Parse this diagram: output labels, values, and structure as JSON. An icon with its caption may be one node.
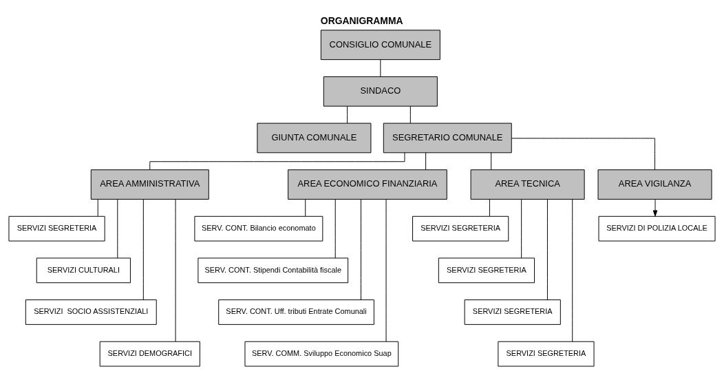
{
  "diagram": {
    "title": "ORGANIGRAMMA",
    "nodes": [
      {
        "text": [
          "CONSIGLIO COMUNALE"
        ]
      },
      {
        "text": [
          "SINDACO"
        ]
      },
      {
        "text": [
          "GIUNTA COMUNALE"
        ]
      },
      {
        "text": [
          "SEGRETARIO COMUNALE"
        ]
      },
      {
        "text": [
          "AREA AMMINISTRATIVA"
        ]
      },
      {
        "text": [
          "AREA ECONOMICO FINANZIARIA"
        ]
      },
      {
        "text": [
          "AREA TECNICA"
        ]
      },
      {
        "text": [
          "AREA VIGILANZA"
        ]
      },
      {
        "text": [
          "SERVIZI SEGRETERIA"
        ]
      },
      {
        "text": [
          "SERVIZI CULTURALI"
        ]
      },
      {
        "text": [
          "SERVIZI  SOCIO ASSISTENZIALI"
        ]
      },
      {
        "text": [
          "SERVIZI DEMOGRAFICI"
        ]
      },
      {
        "text": [
          "SERV. CONT. Bilancio economato"
        ]
      },
      {
        "text": [
          "SERV. CONT. Stipendi Contabilità fiscale"
        ]
      },
      {
        "text": [
          "SERV. CONT. Uff. tributi Entrate Comunali"
        ]
      },
      {
        "text": [
          "SERV. COMM. Sviluppo Economico Suap"
        ]
      },
      {
        "text": [
          "SERVIZI SEGRETERIA"
        ]
      },
      {
        "text": [
          "SERVIZI SEGRETERIA"
        ]
      },
      {
        "text": [
          "SERVIZI SEGRETERIA"
        ]
      },
      {
        "text": [
          "SERVIZI SEGRETERIA"
        ]
      },
      {
        "text": [
          "SERVIZI DI POLIZIA LOCALE"
        ]
      }
    ],
    "edges": [
      {
        "from": 0,
        "to": 1,
        "arrow": "none"
      },
      {
        "from": 1,
        "to": 2,
        "arrow": "none"
      },
      {
        "from": 1,
        "to": 3,
        "arrow": "none"
      },
      {
        "from": 3,
        "to": 4,
        "arrow": "none"
      },
      {
        "from": 3,
        "to": 5,
        "arrow": "none"
      },
      {
        "from": 3,
        "to": 6,
        "arrow": "none"
      },
      {
        "from": 3,
        "to": 7,
        "arrow": "none"
      },
      {
        "from": 4,
        "to": 8,
        "arrow": "none"
      },
      {
        "from": 4,
        "to": 9,
        "arrow": "none"
      },
      {
        "from": 4,
        "to": 10,
        "arrow": "none"
      },
      {
        "from": 4,
        "to": 11,
        "arrow": "none"
      },
      {
        "from": 5,
        "to": 12,
        "arrow": "none"
      },
      {
        "from": 5,
        "to": 13,
        "arrow": "none"
      },
      {
        "from": 5,
        "to": 14,
        "arrow": "none"
      },
      {
        "from": 5,
        "to": 15,
        "arrow": "none"
      },
      {
        "from": 6,
        "to": 16,
        "arrow": "none"
      },
      {
        "from": 6,
        "to": 17,
        "arrow": "none"
      },
      {
        "from": 6,
        "to": 18,
        "arrow": "none"
      },
      {
        "from": 6,
        "to": 19,
        "arrow": "none"
      },
      {
        "from": 7,
        "to": 20,
        "arrow": "to"
      }
    ]
  }
}
